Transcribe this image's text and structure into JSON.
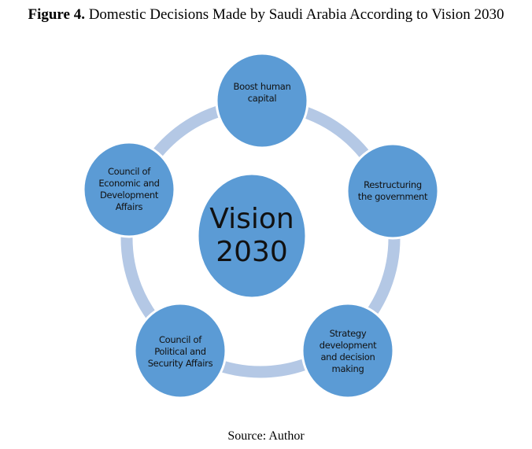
{
  "figure": {
    "label": "Figure 4.",
    "title": "Domestic Decisions Made by Saudi Arabia According to Vision 2030",
    "source": "Source: Author"
  },
  "diagram": {
    "center": {
      "line1": "Vision",
      "line2": "2030"
    },
    "nodes": [
      {
        "text": "Boost human capital"
      },
      {
        "text": "Restructuring the government"
      },
      {
        "text": "Strategy development and decision making"
      },
      {
        "text": "Council of Political and Security Affairs"
      },
      {
        "text": "Council of Economic and Development Affairs"
      }
    ],
    "colors": {
      "node_fill": "#5b9bd5",
      "ring": "#b4c8e5",
      "stroke": "#ffffff"
    }
  }
}
